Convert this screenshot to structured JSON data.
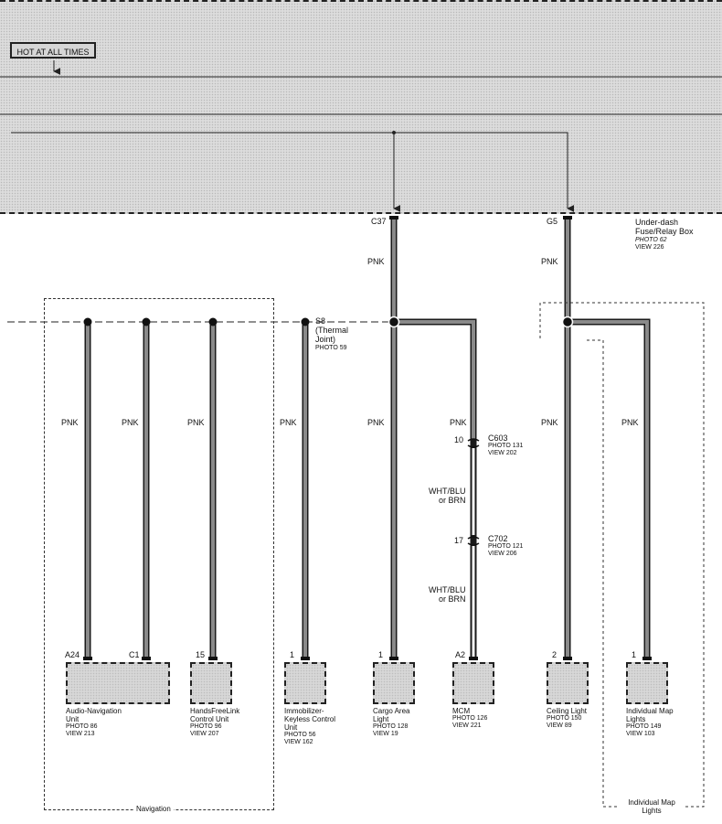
{
  "header": {
    "hot_label": "HOT AT ALL TIMES",
    "fuse_box_name": "Under-dash Fuse/Relay Box",
    "fuse_box_photo": "PHOTO 62",
    "fuse_box_view": "VIEW 226"
  },
  "fuse_terminals": {
    "c37": "C37",
    "g5": "G5"
  },
  "wire_colors": {
    "pnk": "PNK",
    "wht_blu": "WHT/BLU",
    "or_brn": "or BRN"
  },
  "splice": {
    "name": "S8",
    "thermal": "(Thermal",
    "joint": "Joint)",
    "photo": "PHOTO 59"
  },
  "connectors": {
    "c603": {
      "pin": "10",
      "name": "C603",
      "photo": "PHOTO 131",
      "view": "VIEW 202"
    },
    "c702": {
      "pin": "17",
      "name": "C702",
      "photo": "PHOTO 121",
      "view": "VIEW 206"
    }
  },
  "components": [
    {
      "pin": "A24",
      "pin2": "C1",
      "line1": "Audio-Navigation",
      "line2": "Unit",
      "line3": "",
      "photo": "PHOTO 86",
      "view": "VIEW 213"
    },
    {
      "pin": "15",
      "line1": "HandsFreeLink",
      "line2": "Control Unit",
      "line3": "",
      "photo": "PHOTO 96",
      "view": "VIEW 207"
    },
    {
      "pin": "1",
      "line1": "Immobilizer-",
      "line2": "Keyless Control",
      "line3": "Unit",
      "photo": "PHOTO 56",
      "view": "VIEW 162"
    },
    {
      "pin": "1",
      "line1": "Cargo Area",
      "line2": "Light",
      "line3": "",
      "photo": "PHOTO 128",
      "view": "VIEW 19"
    },
    {
      "pin": "A2",
      "line1": "MCM",
      "line2": "",
      "line3": "",
      "photo": "PHOTO 126",
      "view": "VIEW 221"
    },
    {
      "pin": "2",
      "line1": "Ceiling Light",
      "line2": "",
      "line3": "",
      "photo": "PHOTO 150",
      "view": "VIEW 89"
    },
    {
      "pin": "1",
      "line1": "Individual Map",
      "line2": "Lights",
      "line3": "",
      "photo": "PHOTO 149",
      "view": "VIEW 103"
    }
  ],
  "groups": {
    "navigation": "Navigation",
    "map_lights_line1": "Individual Map",
    "map_lights_line2": "Lights"
  }
}
